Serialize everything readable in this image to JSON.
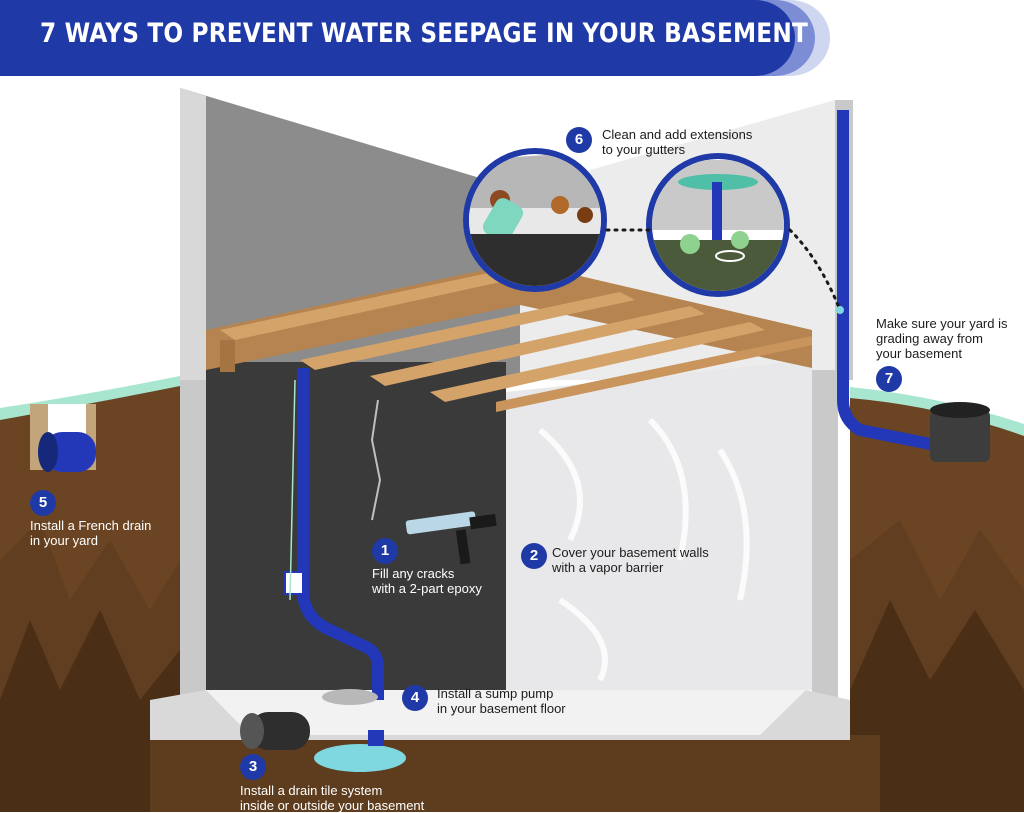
{
  "title": "7 WAYS TO PREVENT WATER SEEPAGE IN YOUR BASEMENT",
  "colors": {
    "brand_blue": "#1f3aa6",
    "pipe_blue": "#2238b8",
    "soil": "#6b4423",
    "grass": "#a8e6d0",
    "wood": "#d4a36a"
  },
  "steps": [
    {
      "number": "1",
      "line1": "Fill any cracks",
      "line2": "with a 2-part epoxy"
    },
    {
      "number": "2",
      "line1": "Cover your basement walls",
      "line2": "with a vapor barrier"
    },
    {
      "number": "3",
      "line1": "Install a drain tile system",
      "line2": "inside or outside your basement"
    },
    {
      "number": "4",
      "line1": "Install a sump pump",
      "line2": "in your basement floor"
    },
    {
      "number": "5",
      "line1": "Install a French drain",
      "line2": "in your yard"
    },
    {
      "number": "6",
      "line1": "Clean and add extensions",
      "line2": "to your gutters"
    },
    {
      "number": "7",
      "line1": "Make sure your yard is",
      "line2": "grading away from",
      "line3": "your basement"
    }
  ]
}
